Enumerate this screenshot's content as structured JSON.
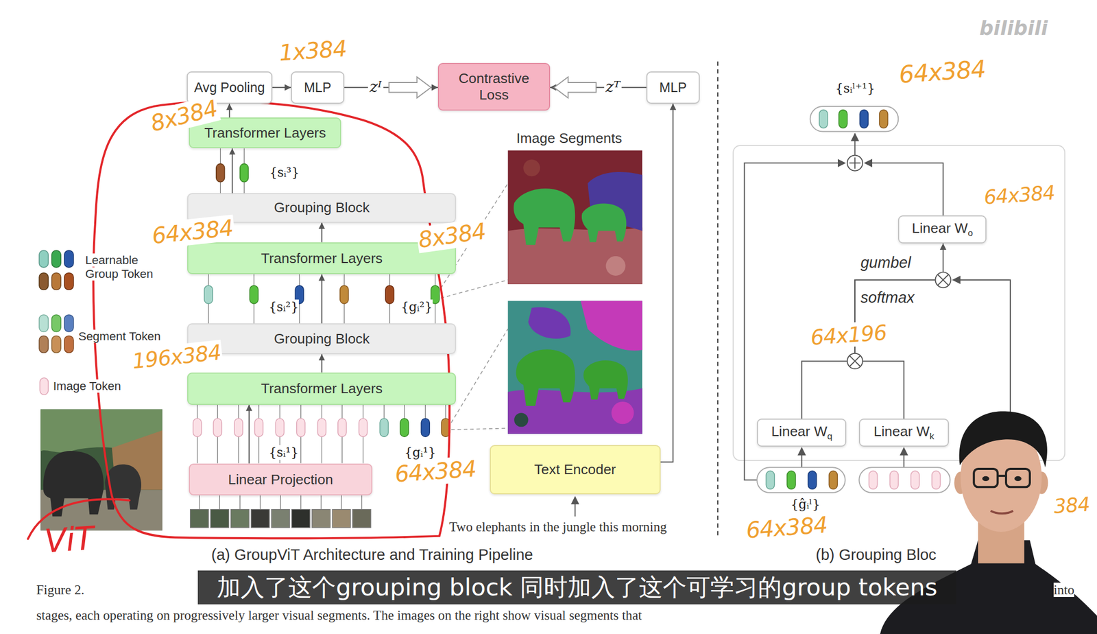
{
  "diagram": {
    "nodes": [
      {
        "text": [
          "Avg Pooling"
        ]
      },
      {
        "text": [
          "MLP"
        ]
      },
      {
        "text": [
          "Contrastive Loss"
        ]
      },
      {
        "text": [
          "MLP"
        ]
      },
      {
        "text": [
          "Transformer Layers"
        ]
      },
      {
        "text": [
          "Grouping Block"
        ]
      },
      {
        "text": [
          "Transformer Layers"
        ]
      },
      {
        "text": [
          "Grouping Block"
        ]
      },
      {
        "text": [
          "Transformer Layers"
        ]
      },
      {
        "text": [
          "Linear Projection"
        ]
      },
      {
        "text": [
          "Text Encoder"
        ]
      },
      {
        "text": [
          "Linear W",
          "o"
        ]
      },
      {
        "text": [
          "Linear W",
          "q"
        ]
      },
      {
        "text": [
          "Linear W",
          "k"
        ]
      }
    ],
    "edges": [
      {
        "from": 0,
        "to": 1,
        "arrow": "to"
      },
      {
        "from": 1,
        "to": 2,
        "label": "zᴵ",
        "arrow": "to"
      },
      {
        "from": 3,
        "to": 2,
        "label": "zᵀ",
        "arrow": "to"
      },
      {
        "from": 10,
        "to": 3,
        "arrow": "to"
      },
      {
        "from": 4,
        "to": 0,
        "arrow": "to"
      },
      {
        "from": 5,
        "to": 4,
        "arrow": "to"
      },
      {
        "from": 6,
        "to": 5,
        "arrow": "to"
      },
      {
        "from": 7,
        "to": 6,
        "arrow": "to"
      },
      {
        "from": 8,
        "to": 7,
        "arrow": "to"
      },
      {
        "from": 9,
        "to": 8,
        "arrow": "to"
      },
      {
        "from": 12,
        "to": 11,
        "arrow": "to"
      },
      {
        "from": 13,
        "to": 11,
        "arrow": "to"
      }
    ],
    "labels": [
      "1x384",
      "8x384",
      "64x384",
      "8x384",
      "196x384",
      "64x384",
      "64x384",
      "64x384",
      "64x196",
      "64x384",
      "384",
      "ViT",
      "{sᵢ³}",
      "{sᵢ²}",
      "{gᵢ²}",
      "{sᵢ¹}",
      "{gᵢ¹}",
      "{sᵢˡ⁺¹}",
      "{ĝᵢˡ}",
      "Image Segments",
      "Two elephants in the jungle this morning",
      "gumbel softmax",
      "(a) GroupViT Architecture and Training Pipeline",
      "(b) Grouping Bloc",
      "Figure 2.",
      "into",
      "stages, each operating on progressively larger visual segments. The images on the right show visual segments that",
      "加入了这个grouping block 同时加入了这个可学习的group tokens",
      "bilibili"
    ],
    "legend": [
      {
        "text": "Learnable Group Token"
      },
      {
        "text": "Segment Token"
      },
      {
        "text": "Image Token"
      }
    ]
  }
}
